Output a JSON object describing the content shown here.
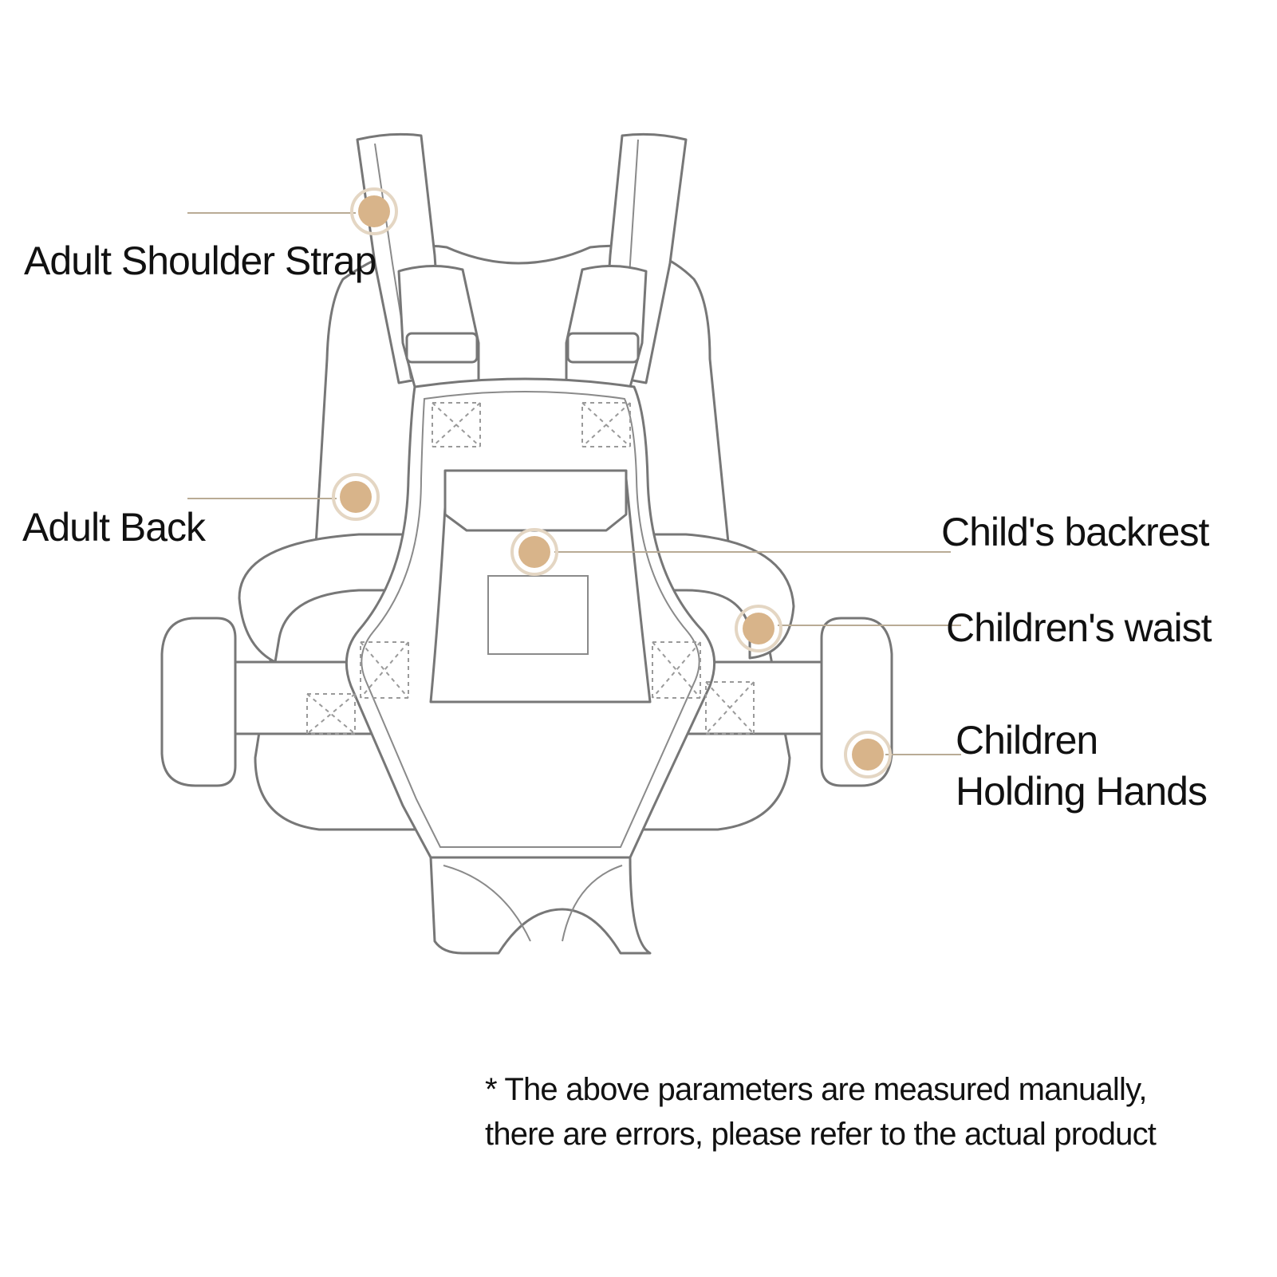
{
  "labels": {
    "adult_shoulder_strap": "Adult Shoulder Strap",
    "adult_back": "Adult Back",
    "childs_backrest": "Child's backrest",
    "childrens_waist": "Children's waist",
    "children_holding_hands_line1": "Children",
    "children_holding_hands_line2": "Holding Hands"
  },
  "disclaimer": {
    "line1": "* The above parameters are measured manually,",
    "line2": "there are errors, please refer to the actual product"
  },
  "colors": {
    "marker_fill": "#d8b48a",
    "marker_ring": "#e4d6c3",
    "leader_line": "#b9ab95",
    "outline": "#777777",
    "text": "#111111"
  }
}
